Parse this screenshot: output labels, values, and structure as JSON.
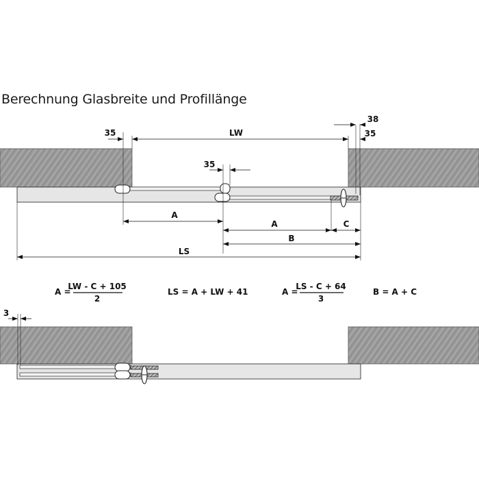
{
  "title": "Berechnung Glasbreite und Profillänge",
  "top_diagram": {
    "dim_35_left": "35",
    "dim_lw": "LW",
    "dim_38": "38",
    "dim_35_right": "35",
    "dim_35_mid": "35",
    "dim_a1": "A",
    "dim_a2": "A",
    "dim_c": "C",
    "dim_b": "B",
    "dim_ls": "LS"
  },
  "formulas": {
    "f1_lhs": "A =",
    "f1_num": "LW - C + 105",
    "f1_den": "2",
    "f2": "LS = A + LW + 41",
    "f3_lhs": "A =",
    "f3_num": "LS - C + 64",
    "f3_den": "3",
    "f4": "B = A + C"
  },
  "bottom_diagram": {
    "dim_3": "3"
  }
}
